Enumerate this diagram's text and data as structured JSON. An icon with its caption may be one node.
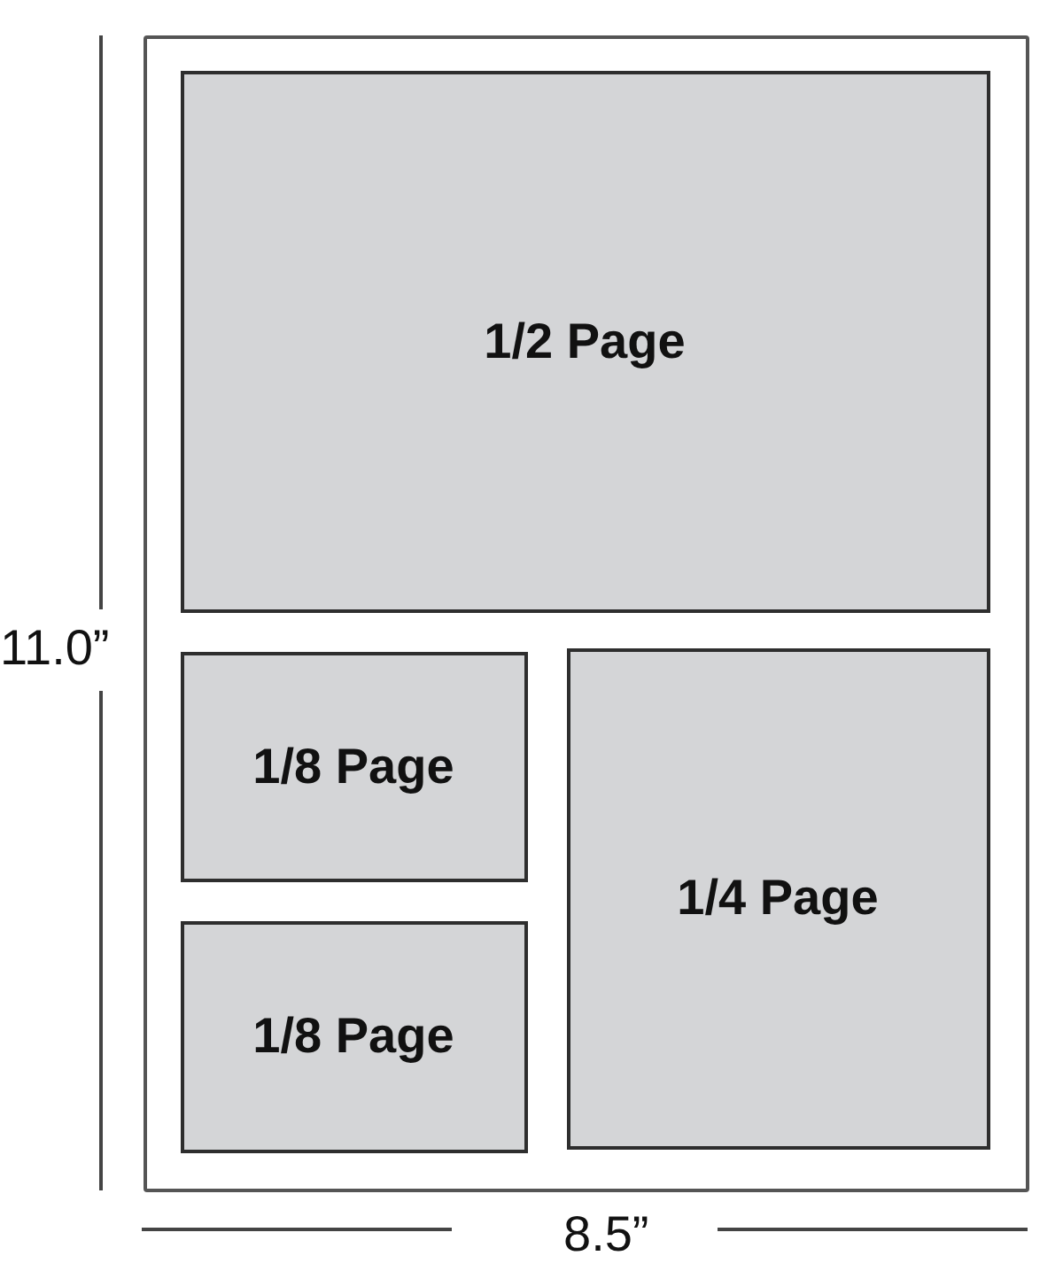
{
  "diagram": {
    "nodes": [
      {
        "text": [],
        "shape": "box"
      },
      {
        "text": [
          "1/2 Page"
        ],
        "in": 0
      },
      {
        "text": [
          "1/8 Page"
        ],
        "in": 0
      },
      {
        "text": [
          "1/4 Page"
        ],
        "in": 0
      },
      {
        "text": [
          "1/8 Page"
        ],
        "in": 0
      }
    ],
    "edges": [],
    "labels": [
      "11.0”",
      "8.5”"
    ]
  }
}
